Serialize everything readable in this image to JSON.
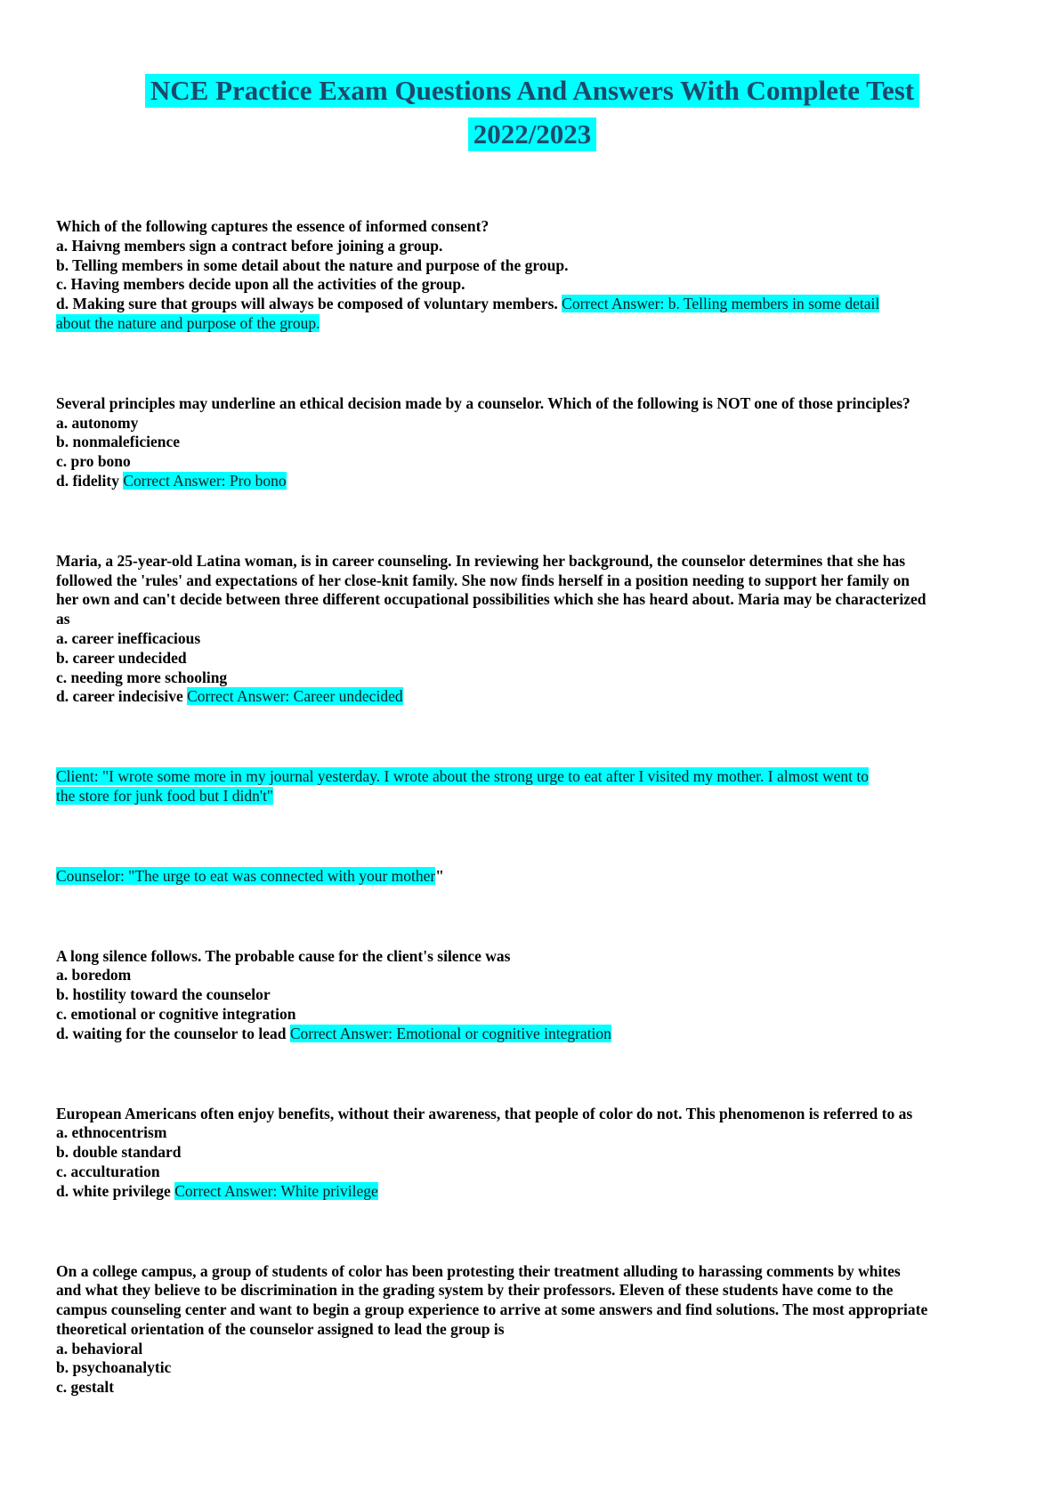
{
  "page": {
    "background_color": "#ffffff",
    "highlight_color": "#00ffff",
    "title_color": "#1b4a6b",
    "body_text_color": "#000000",
    "highlight_text_color": "#0d2126"
  },
  "title": {
    "lines": [
      "NCE Practice Exam Questions And Answers With Complete Test",
      "2022/2023"
    ]
  },
  "questions": [
    {
      "lines": [
        [
          {
            "text": "Which of the following captures the essence of informed consent?",
            "hl": false
          }
        ],
        [
          {
            "text": "a. Haivng members sign a contract before joining a group.",
            "hl": false
          }
        ],
        [
          {
            "text": "b. Telling members in some detail about the nature and purpose of the group.",
            "hl": false
          }
        ],
        [
          {
            "text": "c. Having members decide upon all the activities of the group.",
            "hl": false
          }
        ],
        [
          {
            "text": "d. Making sure that groups will always be composed of voluntary members. ",
            "hl": false
          },
          {
            "text": "Correct Answer: b. Telling members in some detail",
            "hl": true
          }
        ],
        [
          {
            "text": "about the nature and purpose of the group.",
            "hl": true
          }
        ]
      ]
    },
    {
      "lines": [
        [
          {
            "text": "Several principles may underline an ethical decision made by a counselor. Which of the following is NOT one of those principles?",
            "hl": false
          }
        ],
        [
          {
            "text": "a. autonomy",
            "hl": false
          }
        ],
        [
          {
            "text": "b. nonmaleficience",
            "hl": false
          }
        ],
        [
          {
            "text": "c. pro bono",
            "hl": false
          }
        ],
        [
          {
            "text": "d. fidelity ",
            "hl": false
          },
          {
            "text": "Correct Answer: Pro bono",
            "hl": true
          }
        ]
      ]
    },
    {
      "lines": [
        [
          {
            "text": "Maria, a 25-year-old Latina woman, is in career counseling. In reviewing her background, the counselor determines that she has",
            "hl": false
          }
        ],
        [
          {
            "text": "followed the 'rules' and expectations of her close-knit family. She now finds herself in a position needing to support her family on",
            "hl": false
          }
        ],
        [
          {
            "text": "her own and can't decide between three different occupational possibilities which she has heard about. Maria may be characterized",
            "hl": false
          }
        ],
        [
          {
            "text": "as",
            "hl": false
          }
        ],
        [
          {
            "text": "a. career inefficacious",
            "hl": false
          }
        ],
        [
          {
            "text": "b. career undecided",
            "hl": false
          }
        ],
        [
          {
            "text": "c. needing more schooling",
            "hl": false
          }
        ],
        [
          {
            "text": "d. career indecisive ",
            "hl": false
          },
          {
            "text": "Correct Answer: Career undecided",
            "hl": true
          }
        ]
      ]
    },
    {
      "lines": [
        [
          {
            "text": "Client: \"I wrote some more in my journal yesterday. I wrote about the strong urge to eat after I visited my mother. I almost went to",
            "hl": true
          }
        ],
        [
          {
            "text": "the store for junk food but I didn't\"",
            "hl": true
          }
        ]
      ]
    },
    {
      "lines": [
        [
          {
            "text": "Counselor: \"The urge to eat was connected with your mother",
            "hl": true
          },
          {
            "text": "\"",
            "hl": false
          }
        ]
      ]
    },
    {
      "lines": [
        [
          {
            "text": "A long silence follows. The probable cause for the client's silence was",
            "hl": false
          }
        ],
        [
          {
            "text": "a. boredom",
            "hl": false
          }
        ],
        [
          {
            "text": "b. hostility toward the counselor",
            "hl": false
          }
        ],
        [
          {
            "text": "c. emotional or cognitive integration",
            "hl": false
          }
        ],
        [
          {
            "text": "d. waiting for the counselor to lead ",
            "hl": false
          },
          {
            "text": "Correct Answer: Emotional or cognitive integration",
            "hl": true
          }
        ]
      ]
    },
    {
      "lines": [
        [
          {
            "text": "European Americans often enjoy benefits, without their awareness, that people of color do not. This phenomenon is referred to as",
            "hl": false
          }
        ],
        [
          {
            "text": "a. ethnocentrism",
            "hl": false
          }
        ],
        [
          {
            "text": "b. double standard",
            "hl": false
          }
        ],
        [
          {
            "text": "c. acculturation",
            "hl": false
          }
        ],
        [
          {
            "text": "d. white privilege ",
            "hl": false
          },
          {
            "text": "Correct Answer: White privilege",
            "hl": true
          }
        ]
      ]
    },
    {
      "lines": [
        [
          {
            "text": "On a college campus, a group of students of color has been protesting their treatment alluding to harassing comments by whites",
            "hl": false
          }
        ],
        [
          {
            "text": "and what they believe to be discrimination in the grading system by their professors. Eleven of these students have come to the",
            "hl": false
          }
        ],
        [
          {
            "text": "campus counseling center and want to begin a group experience to arrive at some answers and find solutions. The most appropriate",
            "hl": false
          }
        ],
        [
          {
            "text": "theoretical orientation of the counselor assigned to lead the group is",
            "hl": false
          }
        ],
        [
          {
            "text": "a. behavioral",
            "hl": false
          }
        ],
        [
          {
            "text": "b. psychoanalytic",
            "hl": false
          }
        ],
        [
          {
            "text": "c. gestalt",
            "hl": false
          }
        ]
      ]
    }
  ]
}
